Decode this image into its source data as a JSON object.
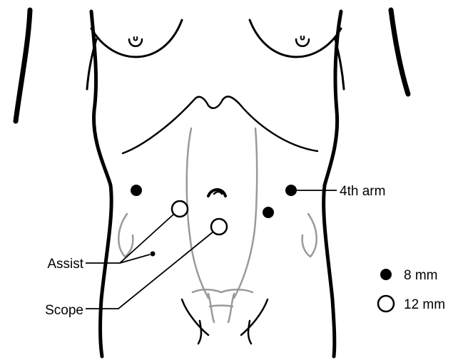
{
  "labels": {
    "fourth_arm": "4th arm",
    "assist": "Assist",
    "scope": "Scope"
  },
  "legend": {
    "items": [
      {
        "marker": "filled-circle",
        "text": "8 mm"
      },
      {
        "marker": "open-circle",
        "text": "12 mm"
      }
    ]
  },
  "colors": {
    "outline": "#000000",
    "anatomy_gray": "#9a9a9a"
  }
}
